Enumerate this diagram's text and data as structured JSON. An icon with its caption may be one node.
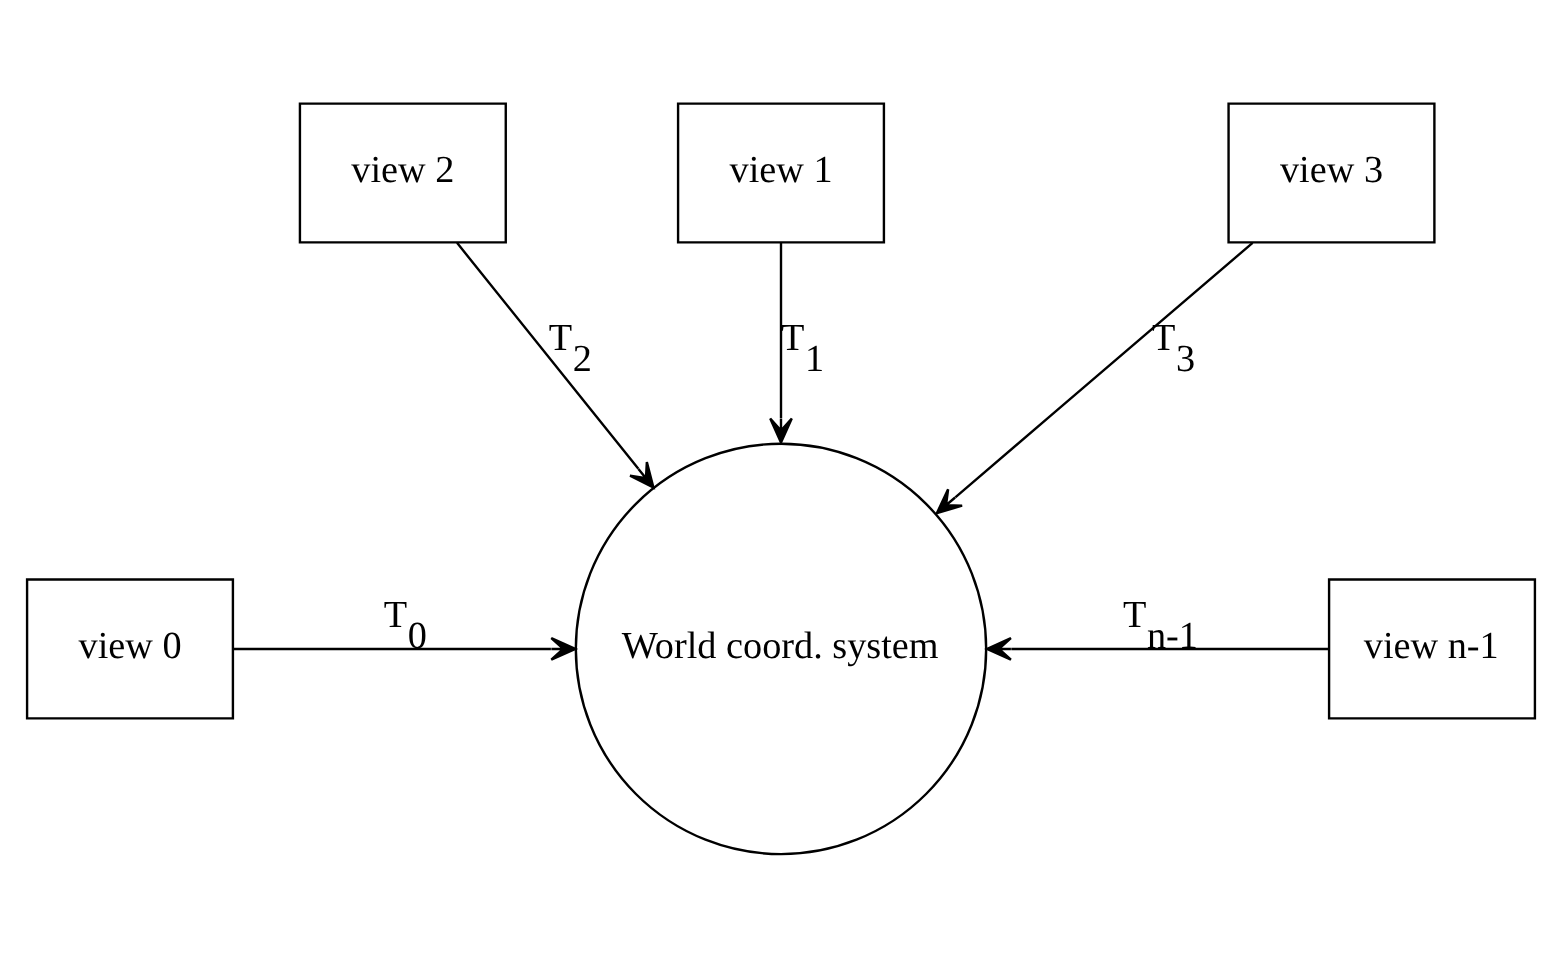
{
  "diagram": {
    "nodes": [
      {
        "text": [
          "view 2"
        ]
      },
      {
        "text": [
          "view 1"
        ]
      },
      {
        "text": [
          "view 3"
        ]
      },
      {
        "text": [
          "view 0"
        ]
      },
      {
        "text": [
          "World coord. system"
        ]
      },
      {
        "text": [
          "view n-1"
        ]
      }
    ],
    "edges": [
      {
        "from": 0,
        "to": 4,
        "arrow": "to",
        "label": "T$_{2}$"
      },
      {
        "from": 1,
        "to": 4,
        "arrow": "to",
        "label": "T$_{1}$"
      },
      {
        "from": 2,
        "to": 4,
        "arrow": "to",
        "label": "T$_{3}$"
      },
      {
        "from": 3,
        "to": 4,
        "arrow": "to",
        "label": "T$_{0}$"
      },
      {
        "from": 5,
        "to": 4,
        "arrow": "to",
        "label": "T$_{n-1}$"
      }
    ]
  }
}
